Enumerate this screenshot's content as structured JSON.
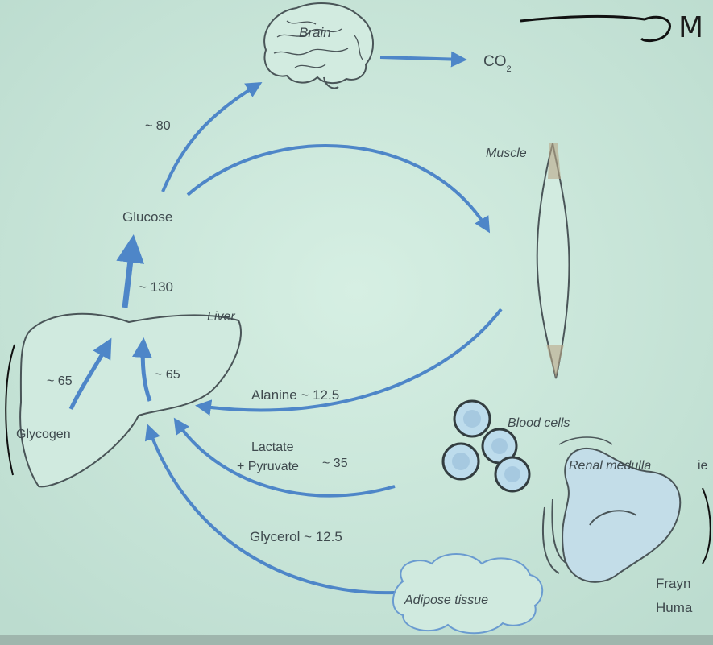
{
  "labels": {
    "brain": "Brain",
    "co2_main": "CO",
    "co2_sub": "2",
    "muscle": "Muscle",
    "glucose": "Glucose",
    "liver": "Liver",
    "glycogen": "Glycogen",
    "blood_cells": "Blood cells",
    "renal_medulla": "Renal medulla",
    "adipose_tissue": "Adipose tissue",
    "alanine": "Alanine ~ 12.5",
    "lactate": "Lactate",
    "pyruvate": "+ Pyruvate",
    "lactate_value": "~ 35",
    "glycerol": "Glycerol ~ 12.5",
    "glucose_to_brain": "~ 80",
    "liver_to_glucose": "~ 130",
    "glycogenolysis": "~ 65",
    "gluconeogenesis": "~ 65"
  },
  "edge_text": {
    "right_cut": "ie",
    "frayn": "Frayn",
    "human": "Huma",
    "handwriting": "M"
  },
  "colors": {
    "background": "#cfe9dd",
    "arrow": "#4e86c8",
    "outline": "#4a5558",
    "text": "#3f4a4e"
  }
}
